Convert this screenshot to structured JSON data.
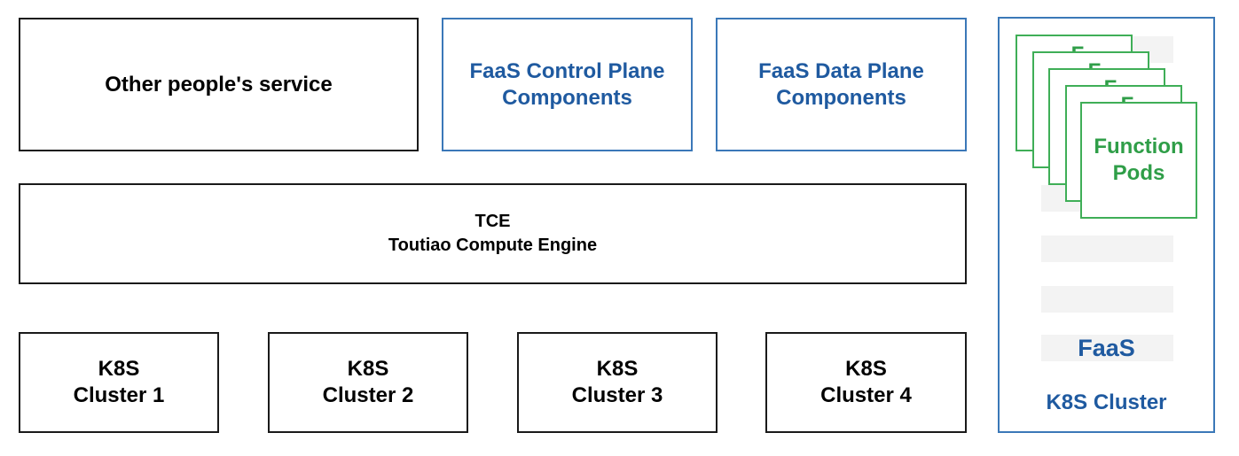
{
  "other_service": {
    "label": "Other people's service"
  },
  "control_plane": {
    "line1": "FaaS Control Plane",
    "line2": "Components"
  },
  "data_plane": {
    "line1": "FaaS Data Plane",
    "line2": "Components"
  },
  "tce": {
    "line1": "TCE",
    "line2": "Toutiao Compute Engine"
  },
  "k8s_clusters": [
    {
      "line1": "K8S",
      "line2": "Cluster 1"
    },
    {
      "line1": "K8S",
      "line2": "Cluster 2"
    },
    {
      "line1": "K8S",
      "line2": "Cluster 3"
    },
    {
      "line1": "K8S",
      "line2": "Cluster 4"
    }
  ],
  "faas_cluster": {
    "title": "FaaS",
    "subtitle": "K8S Cluster",
    "pod_peek": "F",
    "pod_line1": "Function",
    "pod_line2": "Pods"
  },
  "colors": {
    "border_black": "#1a1a1a",
    "accent_blue": "#1f5aa0",
    "pod_green": "#3fae57"
  }
}
